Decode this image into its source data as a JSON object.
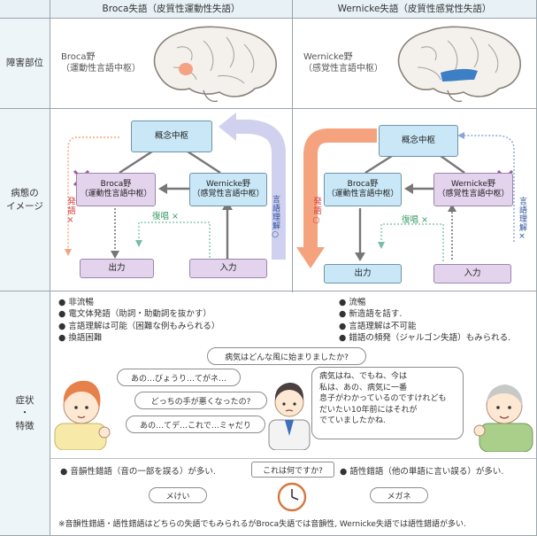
{
  "header": {
    "broca": "Broca失語（皮質性運動性失語）",
    "wernicke": "Wernicke失語（皮質性感覚性失語）"
  },
  "rows": {
    "lesion": "障害部位",
    "image": "病態の\nイメージ",
    "symptom": "症状\n・\n特徴"
  },
  "lesion": {
    "broca_label": "Broca野\n（運動性言語中枢）",
    "wernicke_label": "Wernicke野\n（感覚性言語中枢）"
  },
  "diagram_left": {
    "concept": "概念中枢",
    "broca": "Broca野\n（運動性言語中枢）",
    "wernicke": "Wernicke野\n（感覚性言語中枢）",
    "output": "出力",
    "input": "入力",
    "speech": "発語",
    "speech_mark": "×",
    "repeat": "復唱",
    "repeat_mark": "×",
    "comprehension": "言語理解",
    "comprehension_mark": "○"
  },
  "diagram_right": {
    "concept": "概念中枢",
    "broca": "Broca野\n（運動性言語中枢）",
    "wernicke": "Wernicke野\n（感覚性言語中枢）",
    "output": "出力",
    "input": "入力",
    "speech": "発語",
    "speech_mark": "○",
    "repeat": "復唱",
    "repeat_mark": "×",
    "comprehension": "言語理解",
    "comprehension_mark": "×"
  },
  "symptoms_left": [
    "非流暢",
    "電文体発語（助詞・助動詞を抜かす）",
    "言語理解は可能（困難な例もみられる）",
    "換語困難"
  ],
  "symptoms_right": [
    "流暢",
    "新造語を話す.",
    "言語理解は不可能",
    "錯語の頻発（ジャルゴン失語）もみられる."
  ],
  "dialogue": {
    "doctor_q1": "病気はどんな風に始まりましたか?",
    "broca_a1": "あの…びょうり…てがネ…",
    "doctor_q2": "どっちの手が悪くなったの?",
    "broca_a2": "あの…てデ…これで…ミャだり",
    "wernicke_a": "病気はね、でもね、今は\n私は、あの、病気に一番\n息子がわかっているのですけれども\nだいたい10年前にはそれが\nでていましたかね.",
    "doctor_q3": "これは何ですか?",
    "broca_answer": "メけい",
    "wernicke_answer": "メガネ"
  },
  "paraphasia_left": "音韻性錯語（音の一部を誤る）が多い.",
  "paraphasia_right": "語性錯語（他の単語に言い誤る）が多い.",
  "footnote": "※音韻性錯語・語性錯語はどちらの失語でもみられるがBroca失語では音韻性, Wernicke失語では語性錯語が多い.",
  "colors": {
    "header_bg": "#e7f1f6",
    "box_blue": "#c9e7f6",
    "box_purple": "#e3d3ec",
    "arrow_orange": "#f4a37e",
    "arrow_lavender": "#cfd1ee",
    "mark_red": "#d5403f",
    "mark_blue": "#2a4e9c",
    "mark_green": "#3a9a62",
    "lesion_broca": "#f4a283",
    "lesion_wernicke": "#3d7fc4"
  }
}
